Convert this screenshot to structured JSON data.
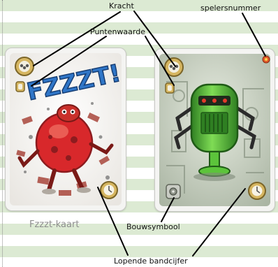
{
  "labels": {
    "kracht": "Kracht",
    "spelersnummer": "spelersnummer",
    "puntenwaarde": "Puntenwaarde",
    "bouwsymbool": "Bouwsymbool",
    "lopende_bandcijfer": "Lopende bandcijfer"
  },
  "cards": {
    "fzzzt": {
      "caption": "Fzzzt-kaart",
      "title_text": "FZZZT!",
      "colors": {
        "title": "#2f76c8",
        "creature": "#d8282b",
        "creature_dark": "#8d1c1f"
      },
      "icons": [
        "power-icon",
        "point-value-icon",
        "conveyor-number-icon"
      ]
    },
    "robot": {
      "colors": {
        "robot_body": "#5cc43b",
        "robot_dark": "#2f7f22",
        "background": "#cbd3c3",
        "player_marker": "#e05a2c"
      },
      "icons": [
        "power-icon",
        "point-value-icon",
        "build-symbol-icon",
        "conveyor-number-icon",
        "player-number-icon"
      ]
    }
  },
  "colors": {
    "stripe": "#dcead3",
    "gold_badge": "#d6b661",
    "callout_line": "#000000"
  }
}
